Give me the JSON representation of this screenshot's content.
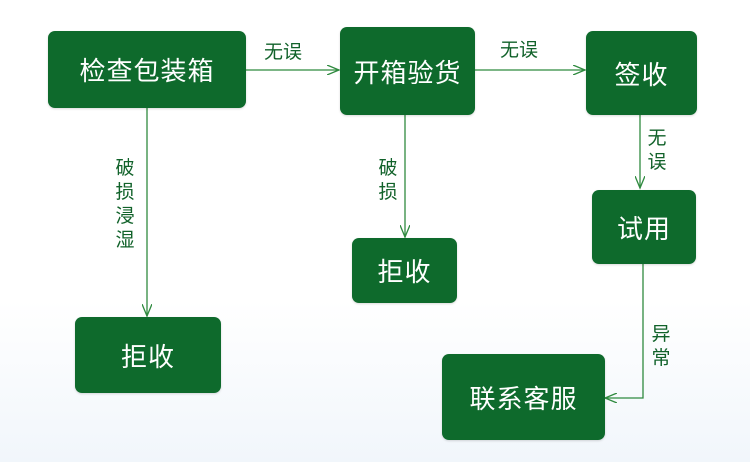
{
  "colors": {
    "node_fill": "#0e6a2c",
    "node_text": "#ffffff",
    "edge": "#2f8a3f",
    "label": "#11622a"
  },
  "nodes": {
    "inspect_package": "检查包装箱",
    "open_inspect": "开箱验货",
    "sign_receive": "签收",
    "trial_use": "试用",
    "reject_1": "拒收",
    "reject_2": "拒收",
    "contact_service": "联系客服"
  },
  "edges": {
    "inspect_to_open": "无误",
    "open_to_sign": "无误",
    "sign_to_trial": "无误",
    "inspect_to_reject": "破损浸湿",
    "open_to_reject": "破损",
    "trial_to_service": "异常"
  }
}
